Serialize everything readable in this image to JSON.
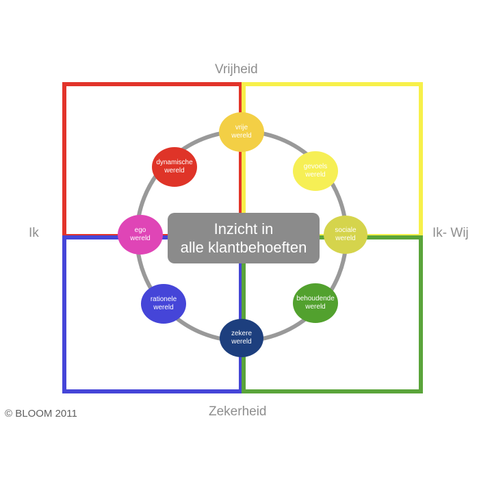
{
  "diagram": {
    "axes": {
      "top": "Vrijheid",
      "bottom": "Zekerheid",
      "left": "Ik",
      "right": "Ik- Wij"
    },
    "quadrant_colors": {
      "top_left": "#e2332a",
      "top_right": "#f7f04a",
      "bottom_left": "#4545d8",
      "bottom_right": "#5aa43a"
    },
    "ring_color": "#999999",
    "nodes": [
      {
        "line1": "vrije",
        "line2": "wereld",
        "color": "#f3cf45"
      },
      {
        "line1": "gevoels",
        "line2": "wereld",
        "color": "#f6ef55"
      },
      {
        "line1": "sociale",
        "line2": "wereld",
        "color": "#d5d44c"
      },
      {
        "line1": "behoudende",
        "line2": "wereld",
        "color": "#52a12e"
      },
      {
        "line1": "zekere",
        "line2": "wereld",
        "color": "#1d3f7e"
      },
      {
        "line1": "rationele",
        "line2": "wereld",
        "color": "#4545d8"
      },
      {
        "line1": "ego",
        "line2": "wereld",
        "color": "#df45b6"
      },
      {
        "line1": "dynamische",
        "line2": "wereld",
        "color": "#df3428"
      }
    ],
    "center": {
      "line1": "Inzicht in",
      "line2": "alle klantbehoeften"
    },
    "copyright": "© BLOOM 2011"
  }
}
